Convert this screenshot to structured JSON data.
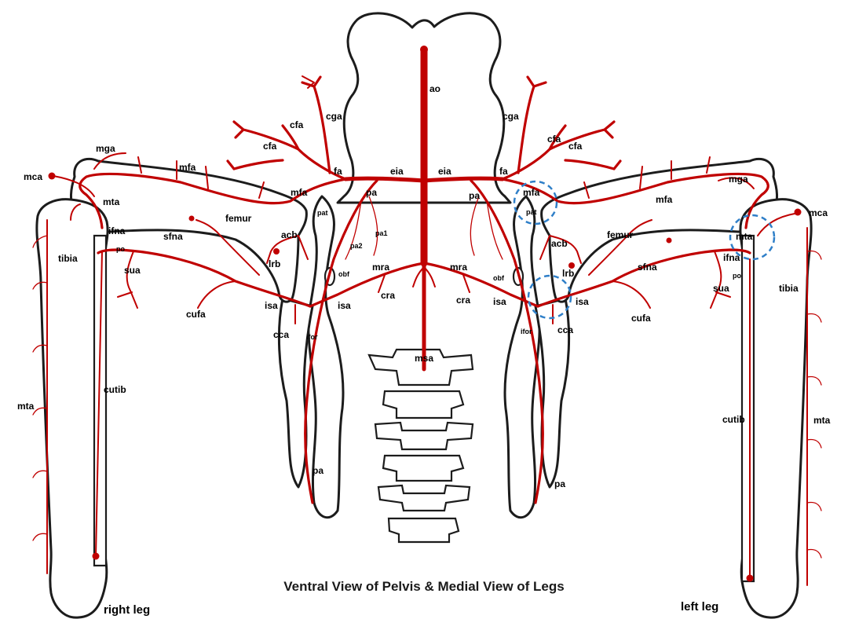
{
  "caption": "Ventral View of Pelvis & Medial View of Legs",
  "colors": {
    "artery": "#c00000",
    "bone_outline": "#1c1c1c",
    "highlight": "#2f7fc8"
  },
  "labels": {
    "ao": "ao",
    "msa": "msa",
    "eia": "eia",
    "fa": "fa",
    "pa": "pa",
    "pa1": "pa1",
    "pa2": "pa2",
    "mra": "mra",
    "cra": "cra",
    "obf": "obf",
    "isa": "isa",
    "cca": "cca",
    "ifor": "ifor",
    "acb": "acb",
    "lrb": "lrb",
    "pat": "pat",
    "mfa": "mfa",
    "cfa": "cfa",
    "cga": "cga",
    "femur": "femur",
    "sfna": "sfna",
    "cufa": "cufa",
    "sua": "sua",
    "po": "po",
    "ifna": "ifna",
    "mta": "mta",
    "mca": "mca",
    "mga": "mga",
    "tibia": "tibia",
    "cutib": "cutib",
    "right_leg": "right leg",
    "left_leg": "left leg"
  }
}
